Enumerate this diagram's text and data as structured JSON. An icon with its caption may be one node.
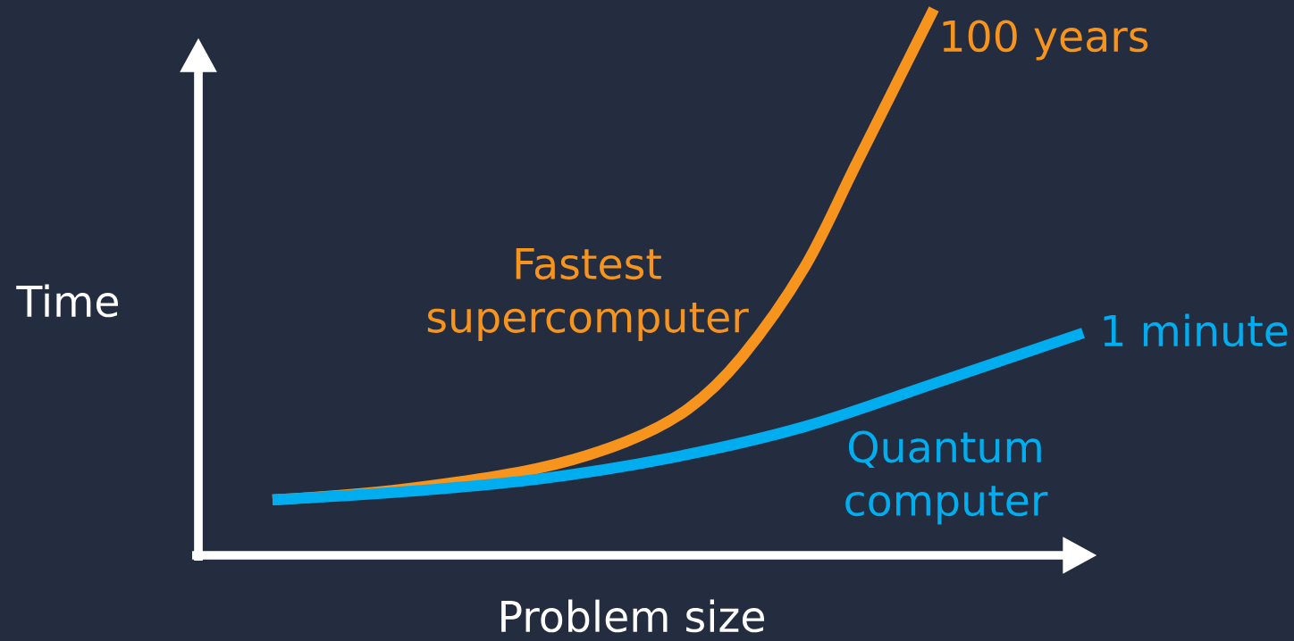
{
  "diagram": {
    "labels": [
      "100 years",
      "Fastest supercomputer",
      "Time",
      "1 minute",
      "Quantum computer",
      "Problem size"
    ]
  }
}
